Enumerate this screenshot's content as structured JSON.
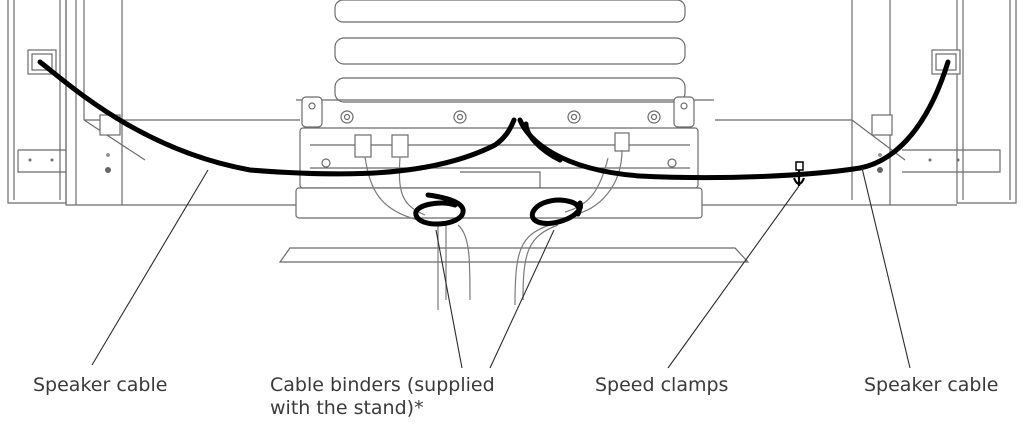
{
  "labels": {
    "speaker_cable_left": "Speaker cable",
    "cable_binders_line1": "Cable binders (supplied",
    "cable_binders_line2": "with the stand)*",
    "speed_clamps": "Speed clamps",
    "speaker_cable_right": "Speaker cable"
  }
}
